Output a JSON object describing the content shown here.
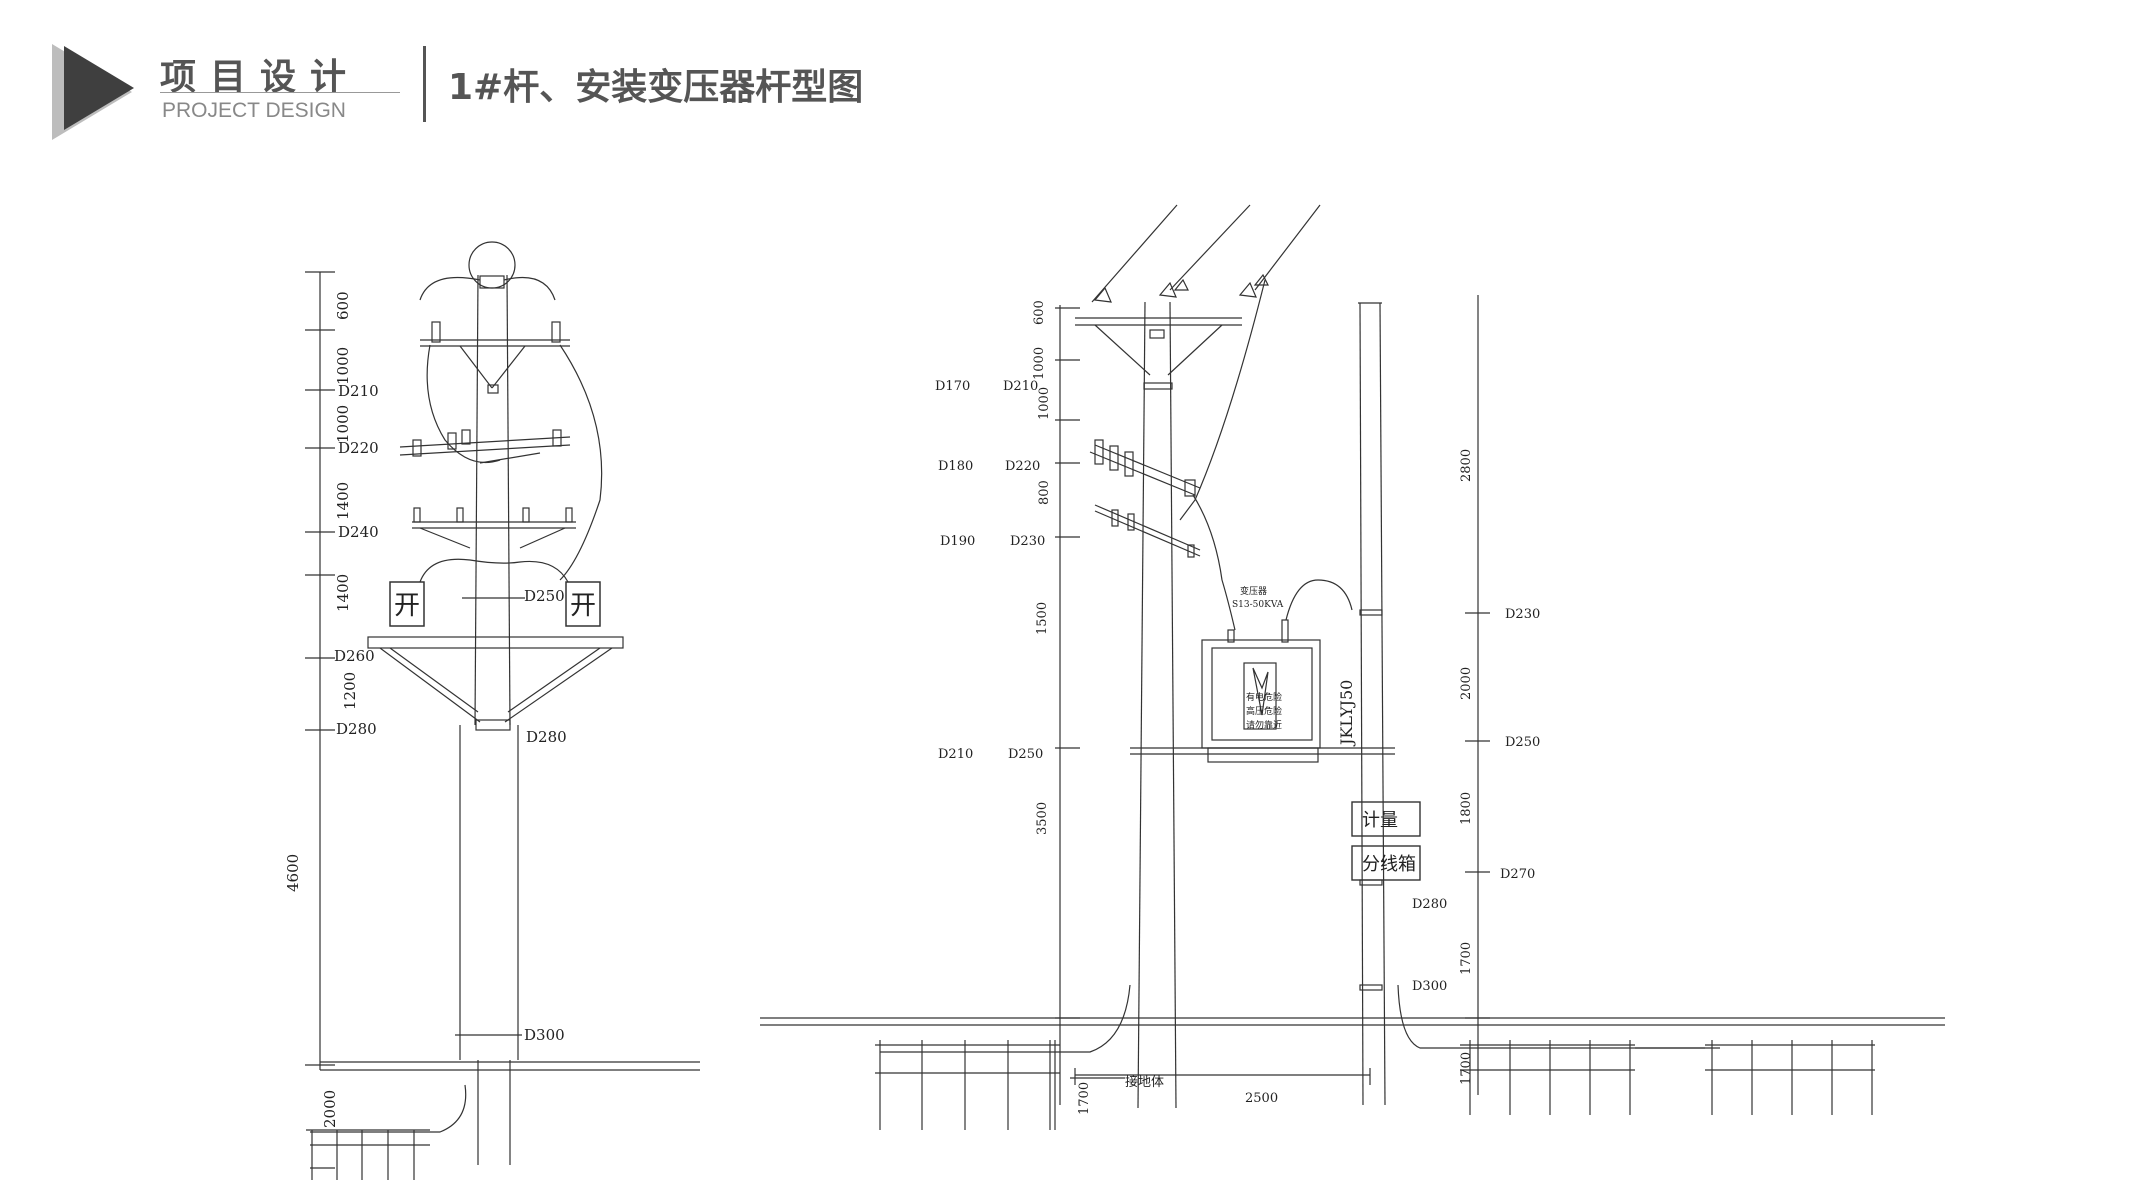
{
  "header": {
    "section_title_cn": "项目设计",
    "section_title_en": "PROJECT DESIGN",
    "page_title": "1#杆、安装变压器杆型图"
  },
  "left_pole": {
    "dims_vertical": [
      "600",
      "1000",
      "1000",
      "1400",
      "1400",
      "1200",
      "4600",
      "2000"
    ],
    "diam_labels": [
      "D210",
      "D220",
      "D240",
      "D250",
      "D260",
      "D280",
      "D280",
      "D300"
    ],
    "switch_labels": [
      "开",
      "开"
    ]
  },
  "right_pole": {
    "dims_left": [
      "600",
      "1000",
      "1000",
      "800",
      "1500",
      "3500",
      "1700"
    ],
    "diam_outer": [
      "D170",
      "D180",
      "D190",
      "D210"
    ],
    "diam_inner": [
      "D210",
      "D220",
      "D230",
      "D250"
    ],
    "transformer_label_1": "变压器",
    "transformer_label_2": "S13-50KVA",
    "transformer_plate_1": "有电危险",
    "transformer_plate_2": "高压危险",
    "transformer_plate_3": "请勿靠近",
    "cable_label": "JKLYJ50",
    "meter_box": "计量",
    "branch_box": "分线箱",
    "ground_label": "接地体",
    "span": "2500",
    "dims_right": [
      "2800",
      "2000",
      "1800",
      "1700",
      "1700"
    ],
    "diam_right": [
      "D230",
      "D250",
      "D270",
      "D280",
      "D300"
    ]
  }
}
